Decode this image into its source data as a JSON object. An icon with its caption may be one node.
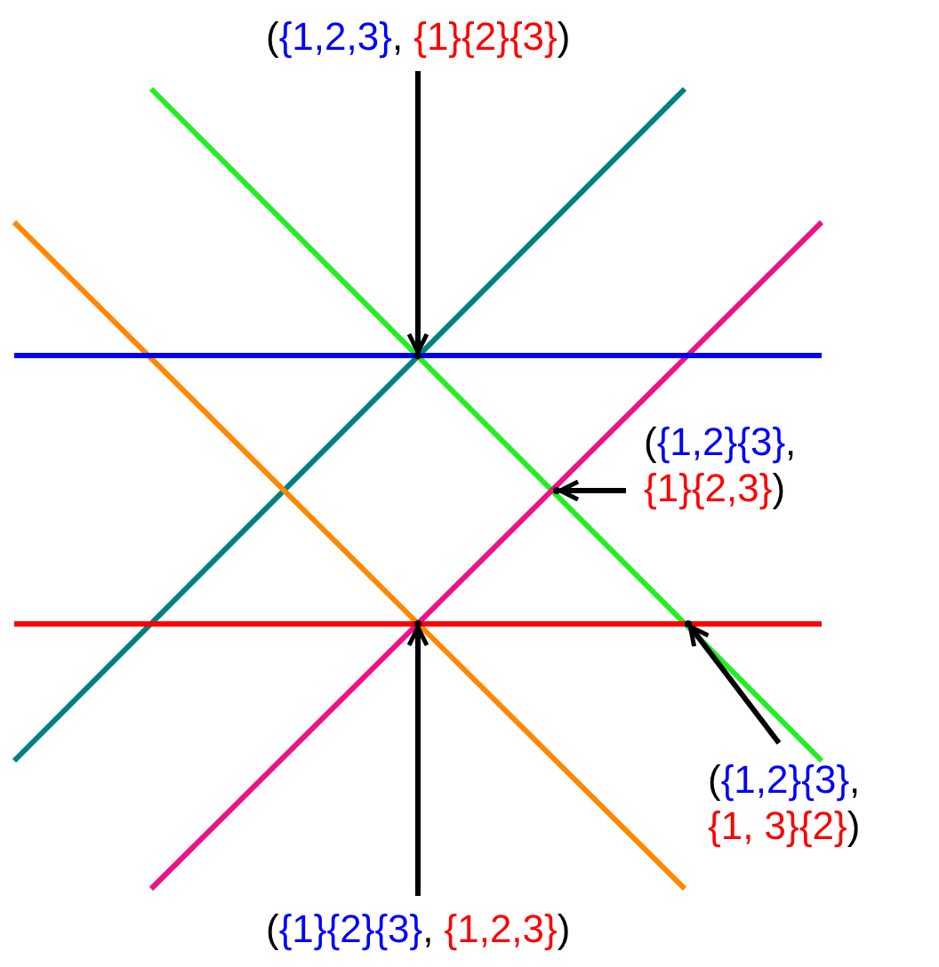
{
  "diagram": {
    "nodes": [
      {
        "text": [
          "(",
          "{1,2,3}",
          ",",
          "{1}{2}{3}",
          ")"
        ]
      },
      {
        "text": [
          "(",
          "{1,2}{3}",
          ",",
          "{1}{2,3}",
          ")"
        ]
      },
      {
        "text": [
          "(",
          "{1,2}{3}",
          ",",
          "{1, 3}{2}",
          ")"
        ]
      },
      {
        "text": [
          "(",
          "{1}{2}{3}",
          ",",
          "{1,2,3}",
          ")"
        ]
      },
      {
        "text": [],
        "shape": "point"
      },
      {
        "text": [],
        "shape": "point"
      },
      {
        "text": [],
        "shape": "point"
      },
      {
        "text": [],
        "shape": "point"
      }
    ],
    "edges": [
      {
        "from": 0,
        "to": 4,
        "arrow": "to"
      },
      {
        "from": 1,
        "to": 5,
        "arrow": "to"
      },
      {
        "from": 3,
        "to": 6,
        "arrow": "to"
      },
      {
        "from": 2,
        "to": 7,
        "arrow": "to"
      }
    ]
  }
}
